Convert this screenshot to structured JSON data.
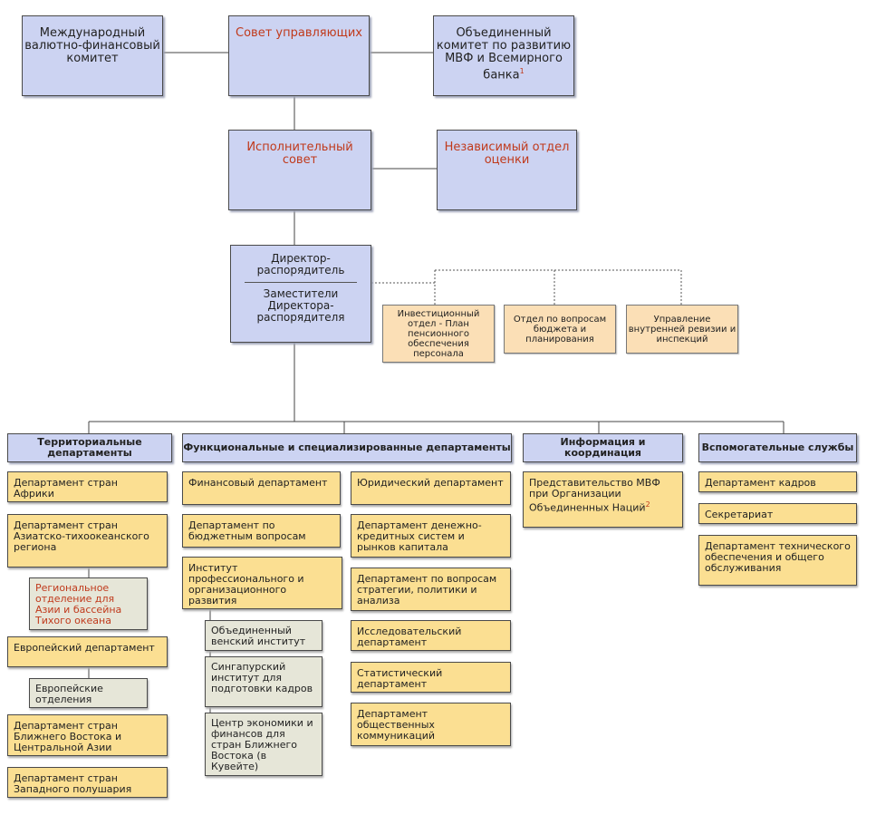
{
  "colors": {
    "top_fill": "#ccd3f2",
    "red_text": "#c03a1c",
    "dept_fill": "#fbdf92",
    "small_fill": "#fbdfb6",
    "sub_fill": "#e6e6d8"
  },
  "top": {
    "imfc": "Международный валютно-финансовый комитет",
    "board_of_governors": "Совет управляющих",
    "development_committee": "Объединенный комитет по развитию МВФ и Всемирного банка",
    "development_committee_sup": "1",
    "executive_board": "Исполнительный совет",
    "independent_eval": "Независимый отдел оценки",
    "director": "Директор-распорядитель",
    "deputies": "Заместители Директора-распорядителя"
  },
  "offices": [
    "Инвестиционный отдел - План пенсионного обеспечения персонала",
    "Отдел по вопросам бюджета и планирования",
    "Управление внутренней ревизии и инспекций"
  ],
  "groups": {
    "area": "Территориальные департаменты",
    "functional": "Функциональные и специализированные департаменты",
    "info": "Информация и координация",
    "support": "Вспомогательные службы"
  },
  "area_depts": {
    "africa": "Департамент стран Африки",
    "asia_pacific": "Департамент стран Азиатско-тихоокеанского региона",
    "regional_office_ap": "Региональное отделение для Азии и бассейна Тихого океана",
    "europe": "Европейский департамент",
    "europe_offices": "Европейские отделения",
    "middle_east": "Департамент стран Ближнего Востока и Центральной Азии",
    "western_hemisphere": "Департамент стран Западного полушария"
  },
  "functional_left": {
    "finance": "Финансовый департамент",
    "budget": "Департамент по бюджетным вопросам",
    "institute": "Институт профессионального и организационного развития",
    "vienna": "Объединенный венский институт",
    "singapore": "Сингапурский институт для подготовки кадров",
    "kuwait": "Центр экономики и финансов для стран Ближнего Востока (в Кувейте)"
  },
  "functional_right": {
    "legal": "Юридический департамент",
    "monetary": "Департамент денежно-кредитных систем и рынков капитала",
    "strategy": "Департамент по вопросам стратегии, политики и анализа",
    "research": "Исследовательский департамент",
    "statistics": "Статистический департамент",
    "communications": "Департамент общественных коммуникаций"
  },
  "info_depts": {
    "un_office": "Представительство МВФ при Организации Объединенных Наций",
    "un_office_sup": "2"
  },
  "support_depts": {
    "hr": "Департамент кадров",
    "secretariat": "Секретариат",
    "technology": "Департамент технического обеспечения и общего обслуживания"
  }
}
